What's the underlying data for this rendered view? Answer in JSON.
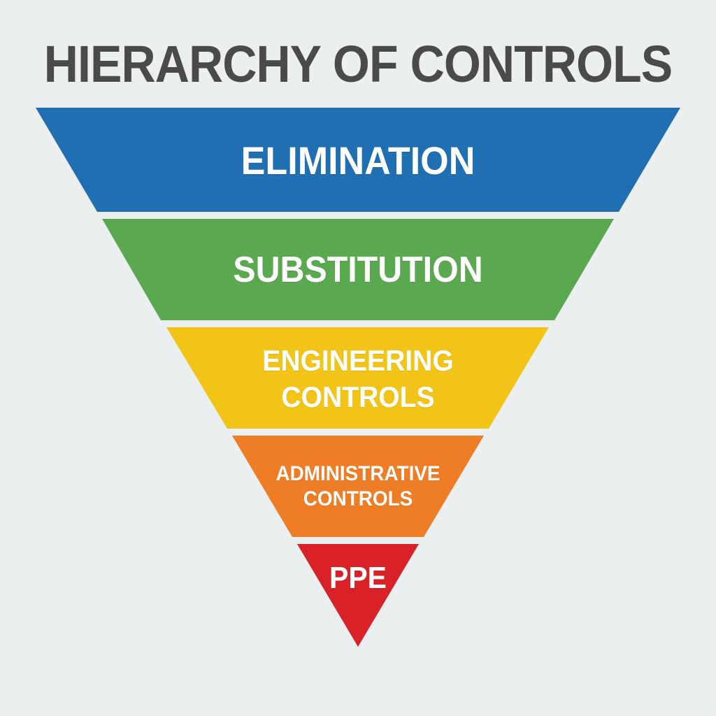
{
  "title": "HIERARCHY OF CONTROLS",
  "levels": [
    {
      "label_line1": "ELIMINATION",
      "label_line2": "",
      "color": "#1f6fb2"
    },
    {
      "label_line1": "SUBSTITUTION",
      "label_line2": "",
      "color": "#5aa84f"
    },
    {
      "label_line1": "ENGINEERING",
      "label_line2": "CONTROLS",
      "color": "#f2c417"
    },
    {
      "label_line1": "ADMINISTRATIVE",
      "label_line2": "CONTROLS",
      "color": "#ee7d25"
    },
    {
      "label_line1": "PPE",
      "label_line2": "",
      "color": "#d82228"
    }
  ],
  "background": "#eceff0",
  "title_color": "#4a4a4a"
}
